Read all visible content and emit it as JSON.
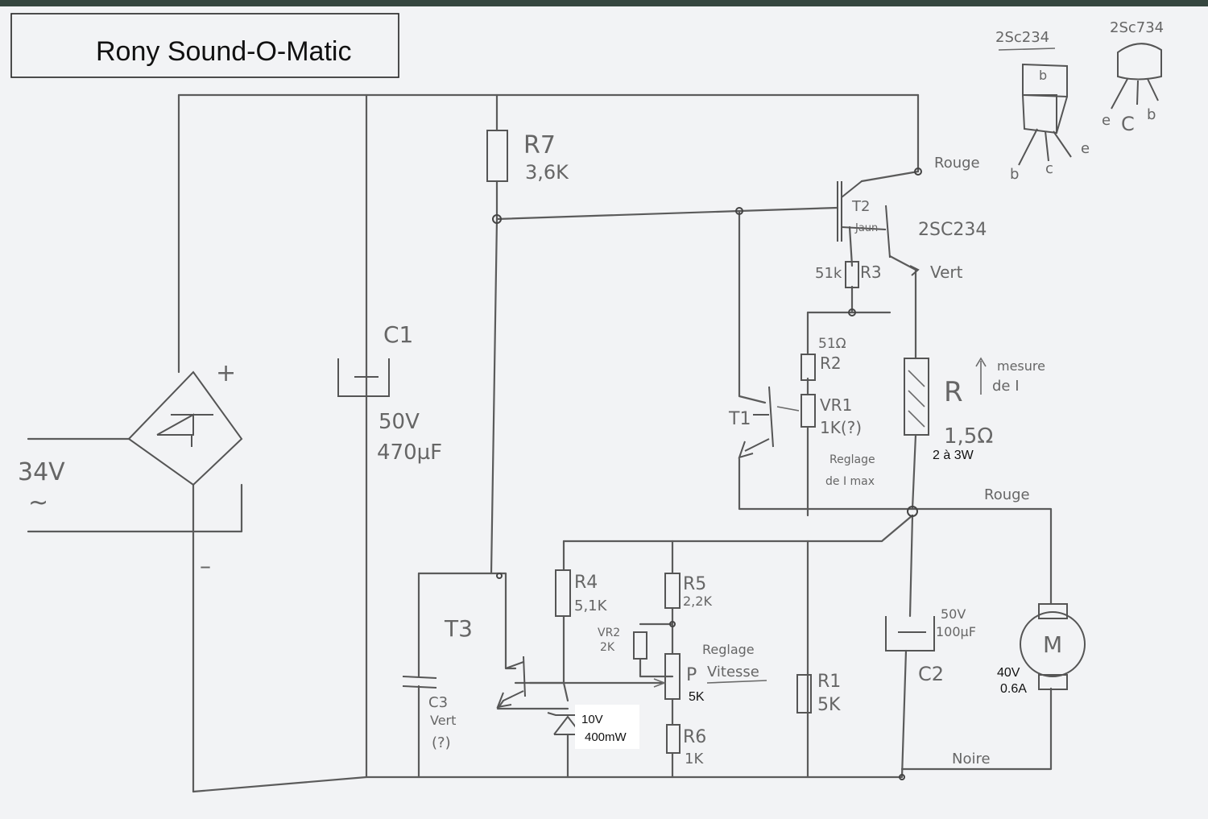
{
  "title": "Rony Sound-O-Matic",
  "supply": {
    "voltage": "34V",
    "ac": "~",
    "plus": "+",
    "minus": "–"
  },
  "components": {
    "R7": {
      "name": "R7",
      "value": "3,6K"
    },
    "C1": {
      "name": "C1",
      "voltage": "50V",
      "capacitance": "470µF"
    },
    "T1": {
      "name": "T1"
    },
    "T2": {
      "name": "T2",
      "note": "Jaun",
      "type": "2SC234"
    },
    "T3": {
      "name": "T3"
    },
    "R3": {
      "name": "R3",
      "value": "51k"
    },
    "R2": {
      "name": "R2",
      "value": "51Ω"
    },
    "VR1": {
      "name": "VR1",
      "value": "1K(?)",
      "note1": "Reglage",
      "note2": "de I max"
    },
    "R": {
      "name": "R",
      "value": "1,5Ω",
      "power": "2 à 3W",
      "measure1": "mesure",
      "measure2": "de I"
    },
    "R4": {
      "name": "R4",
      "value": "5,1K"
    },
    "R5": {
      "name": "R5",
      "value": "2,2K"
    },
    "VR2": {
      "name": "VR2",
      "value": "2K"
    },
    "P": {
      "name": "P",
      "value": "5K",
      "note1": "Reglage",
      "note2": "Vitesse"
    },
    "R6": {
      "name": "R6",
      "value": "1K"
    },
    "R1": {
      "name": "R1",
      "value": "5K"
    },
    "C2": {
      "name": "C2",
      "voltage": "50V",
      "capacitance": "100µF"
    },
    "C3": {
      "name": "C3",
      "note": "Vert",
      "q": "(?)"
    },
    "zener": {
      "voltage": "10V",
      "power": "400mW"
    },
    "motor": {
      "symbol": "M",
      "voltage": "40V",
      "current": "0.6A"
    }
  },
  "wires": {
    "rouge_top": "Rouge",
    "vert": "Vert",
    "rouge_mid": "Rouge",
    "noire": "Noire"
  },
  "pinouts": {
    "left": {
      "type": "2Sc234",
      "pin_top": "b",
      "b": "b",
      "c": "c",
      "e": "e"
    },
    "right": {
      "type": "2Sc734",
      "e": "e",
      "c": "C",
      "b": "b"
    }
  }
}
